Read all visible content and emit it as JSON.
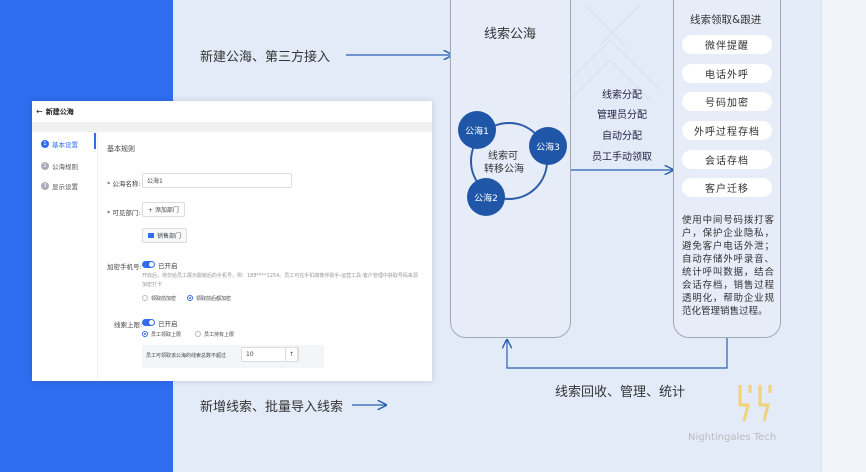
{
  "captions": {
    "new_pool": "新建公海、第三方接入",
    "new_leads": "新增线索、批量导入线索",
    "recycle": "线索回收、管理、统计"
  },
  "pool_panel": {
    "title": "线索公海",
    "nodes": [
      "公海1",
      "公海3",
      "公海2"
    ],
    "cycle_label_1": "线索可",
    "cycle_label_2": "转移公海"
  },
  "methods": [
    "线索分配",
    "管理员分配",
    "自动分配",
    "员工手动领取"
  ],
  "follow_panel": {
    "title": "线索领取&跟进",
    "items": [
      "微伴提醒",
      "电话外呼",
      "号码加密",
      "外呼过程存档",
      "会话存档",
      "客户迁移"
    ],
    "description": "使用中间号码拨打客户，保护企业隐私，避免客户电话外泄；自动存储外呼录音、统计呼叫数据，结合会话存档，销售过程透明化，帮助企业规范化管理销售过程。"
  },
  "logo": {
    "text": "Nightingales Tech"
  },
  "screenshot": {
    "header_back": "←",
    "header_title": "新建公海",
    "sidebar": [
      {
        "num": "1",
        "label": "基本设置"
      },
      {
        "num": "2",
        "label": "公海规则"
      },
      {
        "num": "3",
        "label": "显示设置"
      }
    ],
    "section_title": "基本规则",
    "pool_name_label": "* 公海名称:",
    "pool_name_value": "公海1",
    "visible_dept_label": "* 可见部门:",
    "add_dept_button": "+ 添加部门",
    "dept_tag": "销售部门",
    "encrypt_label": "加密手机号:",
    "encrypt_status": "已开启",
    "encrypt_hint": "开启后，将仅给员工展示脱敏后的手机号，例：188****1254。员工可在手机端微伴助手-运营工具-客户管理中获取号码来源",
    "encrypt_hint2": "加密打卡",
    "encrypt_option_1": "领取前加密",
    "encrypt_option_2": "领取前后都加密",
    "limit_label": "线索上限:",
    "limit_status": "已开启",
    "limit_option_1": "员工领取上限",
    "limit_option_2": "员工持有上限",
    "limit_text": "员工可领取该公海的线索总数不超过",
    "limit_value": "10"
  },
  "colors": {
    "accent_blue": "#2f6df0",
    "node_blue": "#1f56a7",
    "arrow_blue": "#2a5fb0"
  }
}
